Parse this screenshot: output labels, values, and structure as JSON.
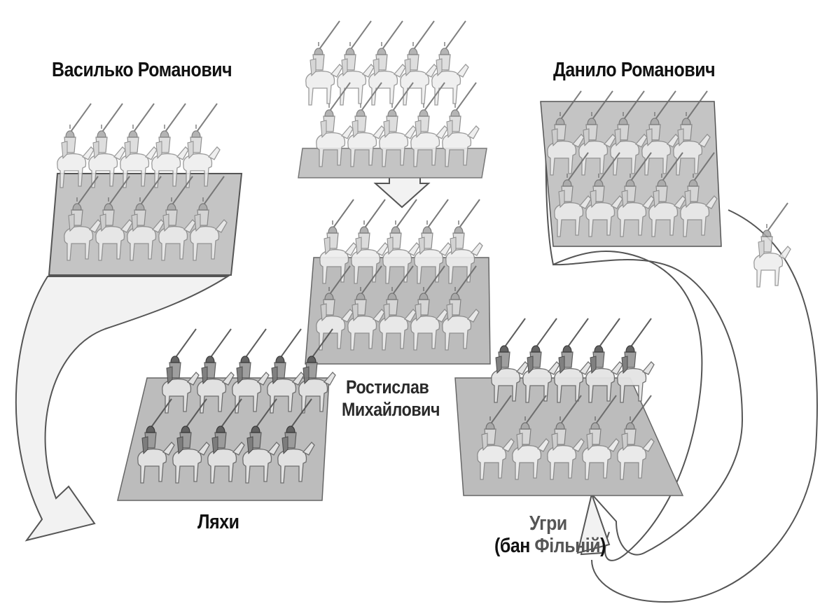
{
  "labels": {
    "top_cut": "",
    "vasylko": "Василько Романович",
    "danylo": "Данило Романович",
    "rostyslav_line1": "Ростислав",
    "rostyslav_line2": "Михайлович",
    "lyakhy": "Ляхи",
    "uhry_line1": "Угри",
    "uhry_line2_a": "(бан ",
    "uhry_line2_b": "Фільній",
    "uhry_line2_c": ")"
  },
  "colors": {
    "platform": "#bdbdbd",
    "platform_dark": "#9a9a9a",
    "arrow_fill": "#f2f2f2",
    "arrow_stroke": "#555555",
    "rider": "#8c8c8c",
    "label": "#111111",
    "label_grey": "#555555"
  },
  "icons": {
    "cavalry": "mounted-knight-icon",
    "infantry_knight": "armored-rider-icon",
    "arrow": "curved-arrow-icon"
  }
}
